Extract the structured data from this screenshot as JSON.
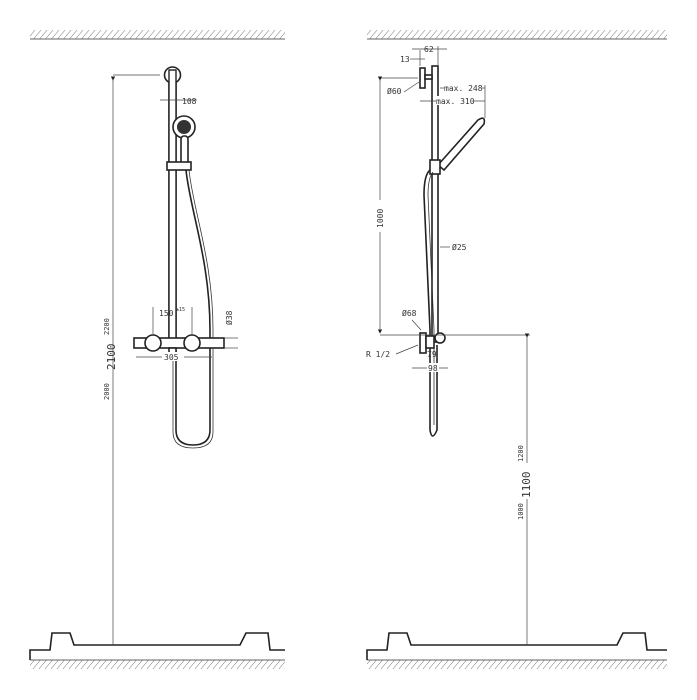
{
  "left_view": {
    "dims": {
      "head_width": "108",
      "center_distance": "150",
      "center_tolerance": "±15",
      "diameter": "Ø38",
      "mixer_width": "305",
      "height_high": "2200",
      "height_mid": "2100",
      "height_low": "2000"
    }
  },
  "right_view": {
    "dims": {
      "offset_62": "62",
      "offset_13": "13",
      "bracket_dia": "Ø60",
      "max_248": "max. 248",
      "max_310": "max. 310",
      "rail_length": "1000",
      "rail_dia": "Ø25",
      "outlet_dia": "Ø68",
      "thread": "R 1/2",
      "depth_79": "79",
      "depth_98": "98",
      "height_high": "1200",
      "height_mid": "1100",
      "height_low": "1000"
    }
  }
}
